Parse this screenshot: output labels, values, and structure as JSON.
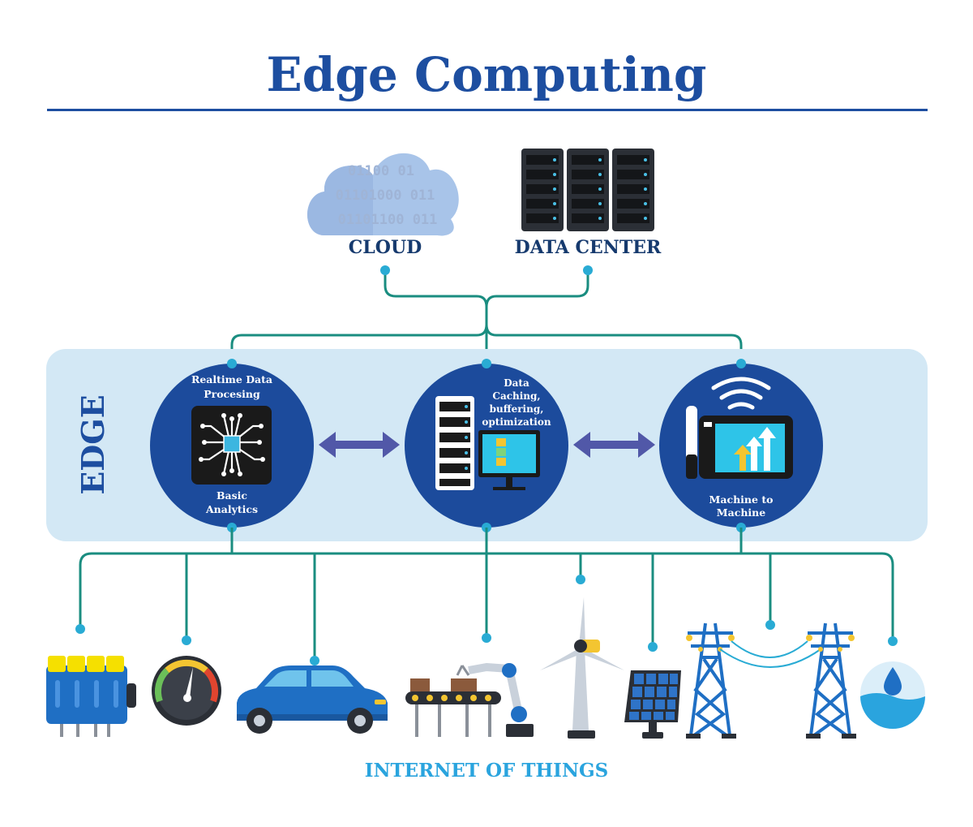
{
  "title": "Edge Computing",
  "top": {
    "cloud_label": "CLOUD",
    "cloud_binary": [
      "01100 01",
      "01101000 011",
      "01101100 011"
    ],
    "datacenter_label": "DATA CENTER"
  },
  "edge": {
    "label": "EDGE",
    "nodes": [
      {
        "top_label": [
          "Realtime Data",
          "Procesing"
        ],
        "bottom_label": [
          "Basic",
          "Analytics"
        ],
        "icon": "cpu-chip-icon"
      },
      {
        "top_label": [
          "Data",
          "Caching,",
          "buffering,",
          "optimization"
        ],
        "icon": "server-monitor-icon"
      },
      {
        "bottom_label": [
          "Machine to",
          "Machine"
        ],
        "icon": "tablet-wifi-chart-icon"
      }
    ]
  },
  "iot": {
    "label": "INTERNET OF THINGS",
    "devices": [
      "battery-pack-icon",
      "speedometer-icon",
      "car-icon",
      "robot-conveyor-icon",
      "wind-turbine-icon",
      "solar-panel-icon",
      "power-tower-icon",
      "power-tower-icon",
      "water-drop-icon"
    ]
  },
  "colors": {
    "title": "#1d4ea0",
    "circle": "#1c4b9c",
    "edge_band": "#d3e8f5",
    "connector": "#1a8d80",
    "dot": "#29abd4",
    "arrow": "#5158a8",
    "iot_label": "#2aa4de"
  }
}
